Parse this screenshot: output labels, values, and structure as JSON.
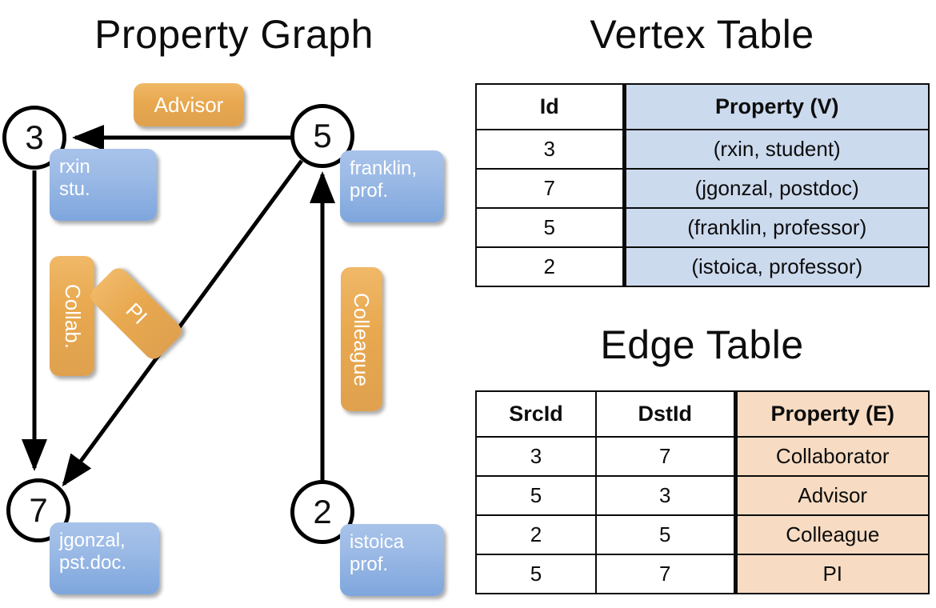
{
  "graph": {
    "title": "Property Graph",
    "nodes": [
      {
        "id": "3",
        "prop_lines": [
          "rxin",
          "stu."
        ]
      },
      {
        "id": "5",
        "prop_lines": [
          "franklin,",
          "prof."
        ]
      },
      {
        "id": "7",
        "prop_lines": [
          "jgonzal,",
          "pst.doc."
        ]
      },
      {
        "id": "2",
        "prop_lines": [
          "istoica",
          "prof."
        ]
      }
    ],
    "edge_labels": {
      "advisor": "Advisor",
      "collab": "Collab.",
      "pi": "PI",
      "colleague": "Colleague"
    },
    "colors": {
      "vertex_box": "#9dbbe6",
      "edge_box": "#e8a84f",
      "stroke": "#000000"
    }
  },
  "vertex_table": {
    "title": "Vertex Table",
    "headers": [
      "Id",
      "Property (V)"
    ],
    "rows": [
      [
        "3",
        "(rxin, student)"
      ],
      [
        "7",
        "(jgonzal, postdoc)"
      ],
      [
        "5",
        "(franklin, professor)"
      ],
      [
        "2",
        "(istoica, professor)"
      ]
    ],
    "accent": "#ccdaee"
  },
  "edge_table": {
    "title": "Edge Table",
    "headers": [
      "SrcId",
      "DstId",
      "Property (E)"
    ],
    "rows": [
      [
        "3",
        "7",
        "Collaborator"
      ],
      [
        "5",
        "3",
        "Advisor"
      ],
      [
        "2",
        "5",
        "Colleague"
      ],
      [
        "5",
        "7",
        "PI"
      ]
    ],
    "accent": "#f7dcc3"
  }
}
